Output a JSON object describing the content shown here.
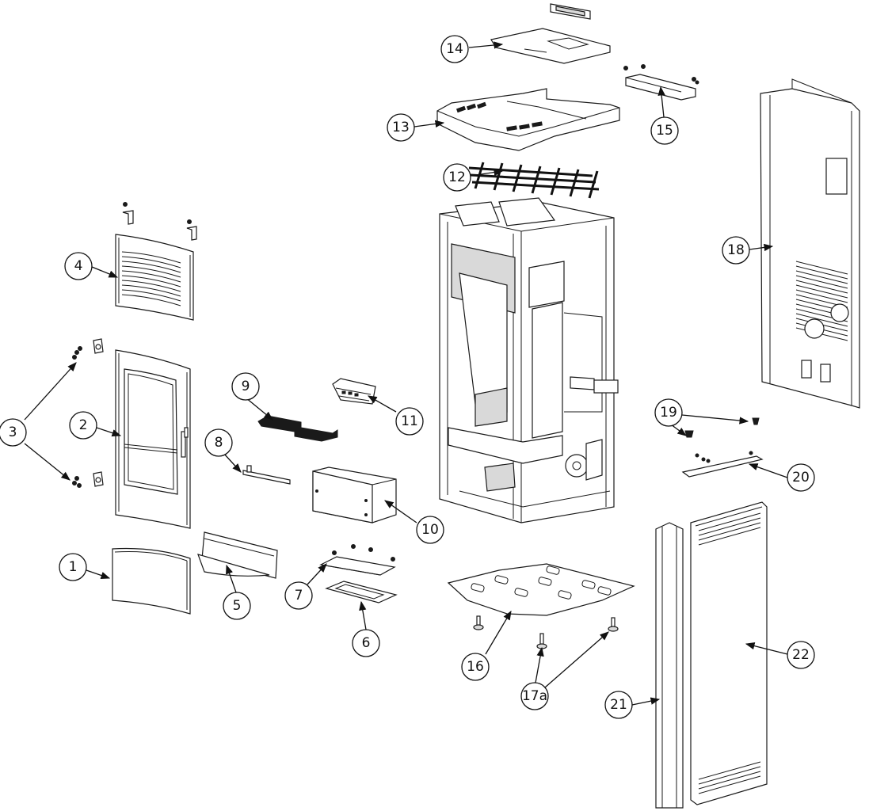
{
  "callouts": [
    {
      "id": "1",
      "label": "1"
    },
    {
      "id": "2",
      "label": "2"
    },
    {
      "id": "3",
      "label": "3"
    },
    {
      "id": "4",
      "label": "4"
    },
    {
      "id": "5",
      "label": "5"
    },
    {
      "id": "6",
      "label": "6"
    },
    {
      "id": "7",
      "label": "7"
    },
    {
      "id": "8",
      "label": "8"
    },
    {
      "id": "9",
      "label": "9"
    },
    {
      "id": "10",
      "label": "10"
    },
    {
      "id": "11",
      "label": "11"
    },
    {
      "id": "12",
      "label": "12"
    },
    {
      "id": "13",
      "label": "13"
    },
    {
      "id": "14",
      "label": "14"
    },
    {
      "id": "15",
      "label": "15"
    },
    {
      "id": "16",
      "label": "16"
    },
    {
      "id": "17a",
      "label": "17a"
    },
    {
      "id": "18",
      "label": "18"
    },
    {
      "id": "19",
      "label": "19"
    },
    {
      "id": "20",
      "label": "20"
    },
    {
      "id": "21",
      "label": "21"
    },
    {
      "id": "22",
      "label": "22"
    }
  ]
}
